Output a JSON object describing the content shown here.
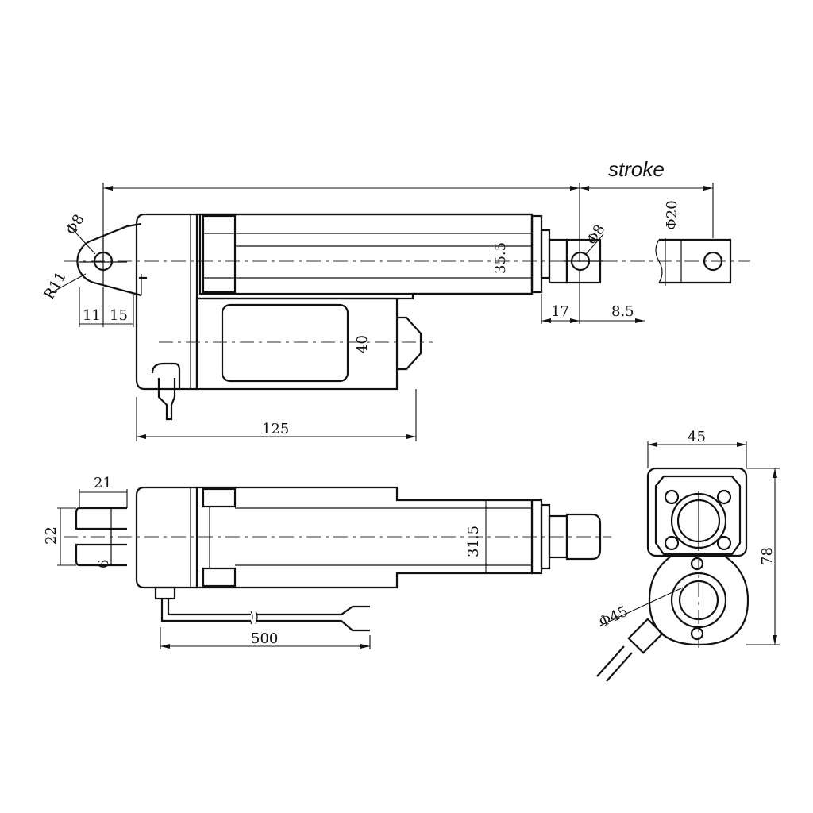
{
  "labels": {
    "stroke": "stroke",
    "rod_end_hole": "Φ8",
    "clevis_hole": "Φ8",
    "rod_diameter": "Φ20",
    "clevis_radius": "R11",
    "clevis_offset_a": "11",
    "clevis_offset_b": "15",
    "tube_height": "35.5",
    "motor_height": "40",
    "rod_end_offset": "17",
    "rod_end_hole_offset": "8.5",
    "motor_length": "125",
    "clevis_slot_depth": "21",
    "clevis_width": "22",
    "clevis_slot_width": "6",
    "tube_width": "31.5",
    "cable_length": "500",
    "end_width": "45",
    "end_height": "78",
    "motor_diameter": "Φ45"
  }
}
